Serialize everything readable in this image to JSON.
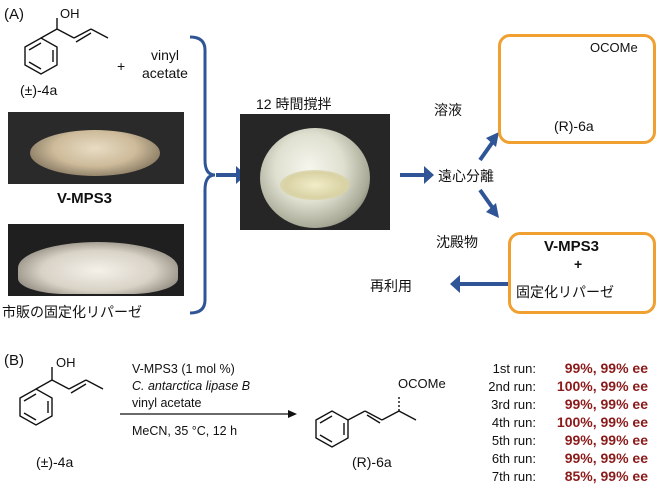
{
  "partA": {
    "label": "(A)",
    "substrate_label": "(±)-4a",
    "plus": "+",
    "reagent": "vinyl\nacetate",
    "support_name": "V-MPS3",
    "enzyme_name": "市販の固定化リパーゼ",
    "stir_text": "12 時間撹拌",
    "separation": "遠心分離",
    "solution": "溶液",
    "precipitate": "沈殿物",
    "product_label": "(R)-6a",
    "product_group": "OCOMe",
    "substrate_group": "OH",
    "recycle_top": "V-MPS3",
    "recycle_plus": "+",
    "recycle_bottom": "固定化リパーゼ",
    "reuse": "再利用"
  },
  "partB": {
    "label": "(B)",
    "conditions": [
      "V-MPS3 (1 mol %)",
      "C. antarctica lipase B",
      "vinyl acetate",
      "MeCN, 35 °C, 12 h"
    ],
    "substrate_label": "(±)-4a",
    "product_label": "(R)-6a",
    "substrate_group": "OH",
    "product_group": "OCOMe",
    "runs": [
      {
        "run": "1st",
        "result": "99%, 99% ee"
      },
      {
        "run": "2nd",
        "result": "100%, 99% ee"
      },
      {
        "run": "3rd",
        "result": "99%, 99% ee"
      },
      {
        "run": "4th",
        "result": "100%, 99% ee"
      },
      {
        "run": "5th",
        "result": "99%, 99% ee"
      },
      {
        "run": "6th",
        "result": "99%, 99% ee"
      },
      {
        "run": "7th",
        "result": "85%, 99% ee"
      }
    ],
    "run_suffix": "run:"
  },
  "colors": {
    "arrow": "#2f5597",
    "box": "#f0a030",
    "result": "#8b1a1a"
  }
}
